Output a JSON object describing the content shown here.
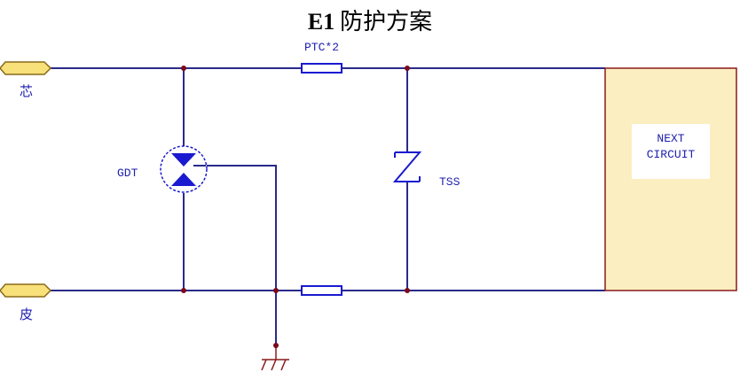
{
  "title": {
    "bold": "E1",
    "text": "防护方案"
  },
  "ports": {
    "core": "芯",
    "sheath": "皮"
  },
  "components": {
    "ptc": "PTC*2",
    "gdt": "GDT",
    "tss": "TSS"
  },
  "next_circuit": {
    "line1": "NEXT",
    "line2": "CIRCUIT"
  },
  "colors": {
    "wire": "#2a2a8a",
    "symbol": "#1a1ad0",
    "junction": "#7a0a1a",
    "port": "#f8e07a",
    "block": "#fbeec0",
    "block_border": "#8a1a1a"
  }
}
